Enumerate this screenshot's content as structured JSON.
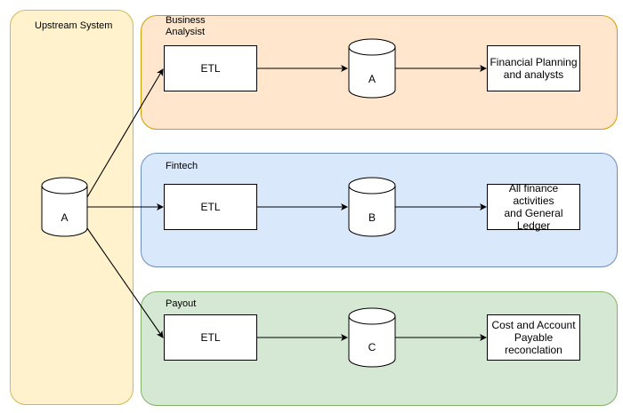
{
  "lanes": {
    "upstream": {
      "title": "Upstream System",
      "fill": "#fff2cc",
      "stroke": "#d6b656"
    },
    "business": {
      "title": "Business\nAnalysist",
      "fill": "#ffe6cc",
      "stroke": "#d79b00"
    },
    "fintech": {
      "title": "Fintech",
      "fill": "#dae8fc",
      "stroke": "#6c8ebf"
    },
    "payout": {
      "title": "Payout",
      "fill": "#d5e8d4",
      "stroke": "#82b366"
    }
  },
  "nodes": {
    "source_db": "A",
    "etl_business": "ETL",
    "etl_fintech": "ETL",
    "etl_payout": "ETL",
    "db_business": "A",
    "db_fintech": "B",
    "db_payout": "C",
    "out_business": "Financial Planning\nand analysts",
    "out_fintech": "All finance activities\nand General Ledger",
    "out_payout": "Cost and Account\nPayable\nreconclation"
  }
}
